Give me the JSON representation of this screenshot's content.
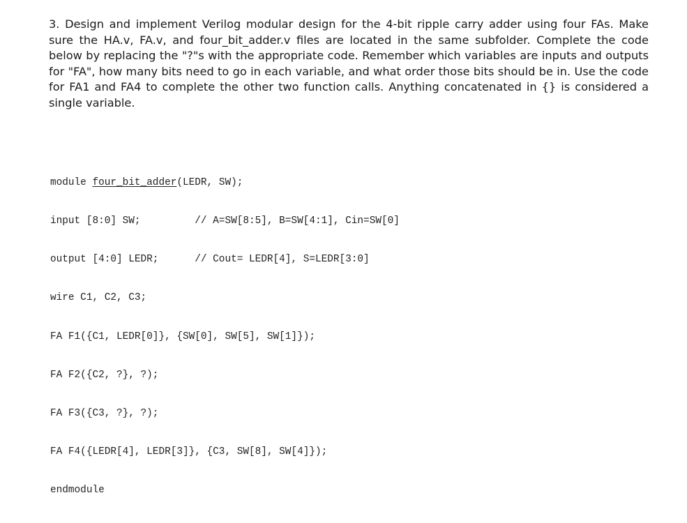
{
  "question": {
    "text": "3. Design and implement Verilog modular design for the 4-bit ripple carry adder using four FAs. Make sure the HA.v, FA.v, and four_bit_adder.v files are located in the same subfolder. Complete the code below by replacing the \"?\"s with the appropriate code. Remember which variables are inputs and outputs for \"FA\", how many bits need to go in each variable, and what order those bits should be in. Use the code for FA1 and FA4 to complete the other two function calls. Anything concatenated in {} is considered a single variable."
  },
  "code": {
    "line1_kw": "module ",
    "line1_name": "four_bit_adder",
    "line1_rest": "(LEDR, SW);",
    "line2": "input [8:0] SW;         // A=SW[8:5], B=SW[4:1], Cin=SW[0]",
    "line3": "output [4:0] LEDR;      // Cout= LEDR[4], S=LEDR[3:0]",
    "line4": "wire C1, C2, C3;",
    "line5": "FA F1({C1, LEDR[0]}, {SW[0], SW[5], SW[1]});",
    "line6": "FA F2({C2, ?}, ?);",
    "line7": "FA F3({C3, ?}, ?);",
    "line8": "FA F4({LEDR[4], LEDR[3]}, {C3, SW[8], SW[4]});",
    "line9": "endmodule"
  }
}
